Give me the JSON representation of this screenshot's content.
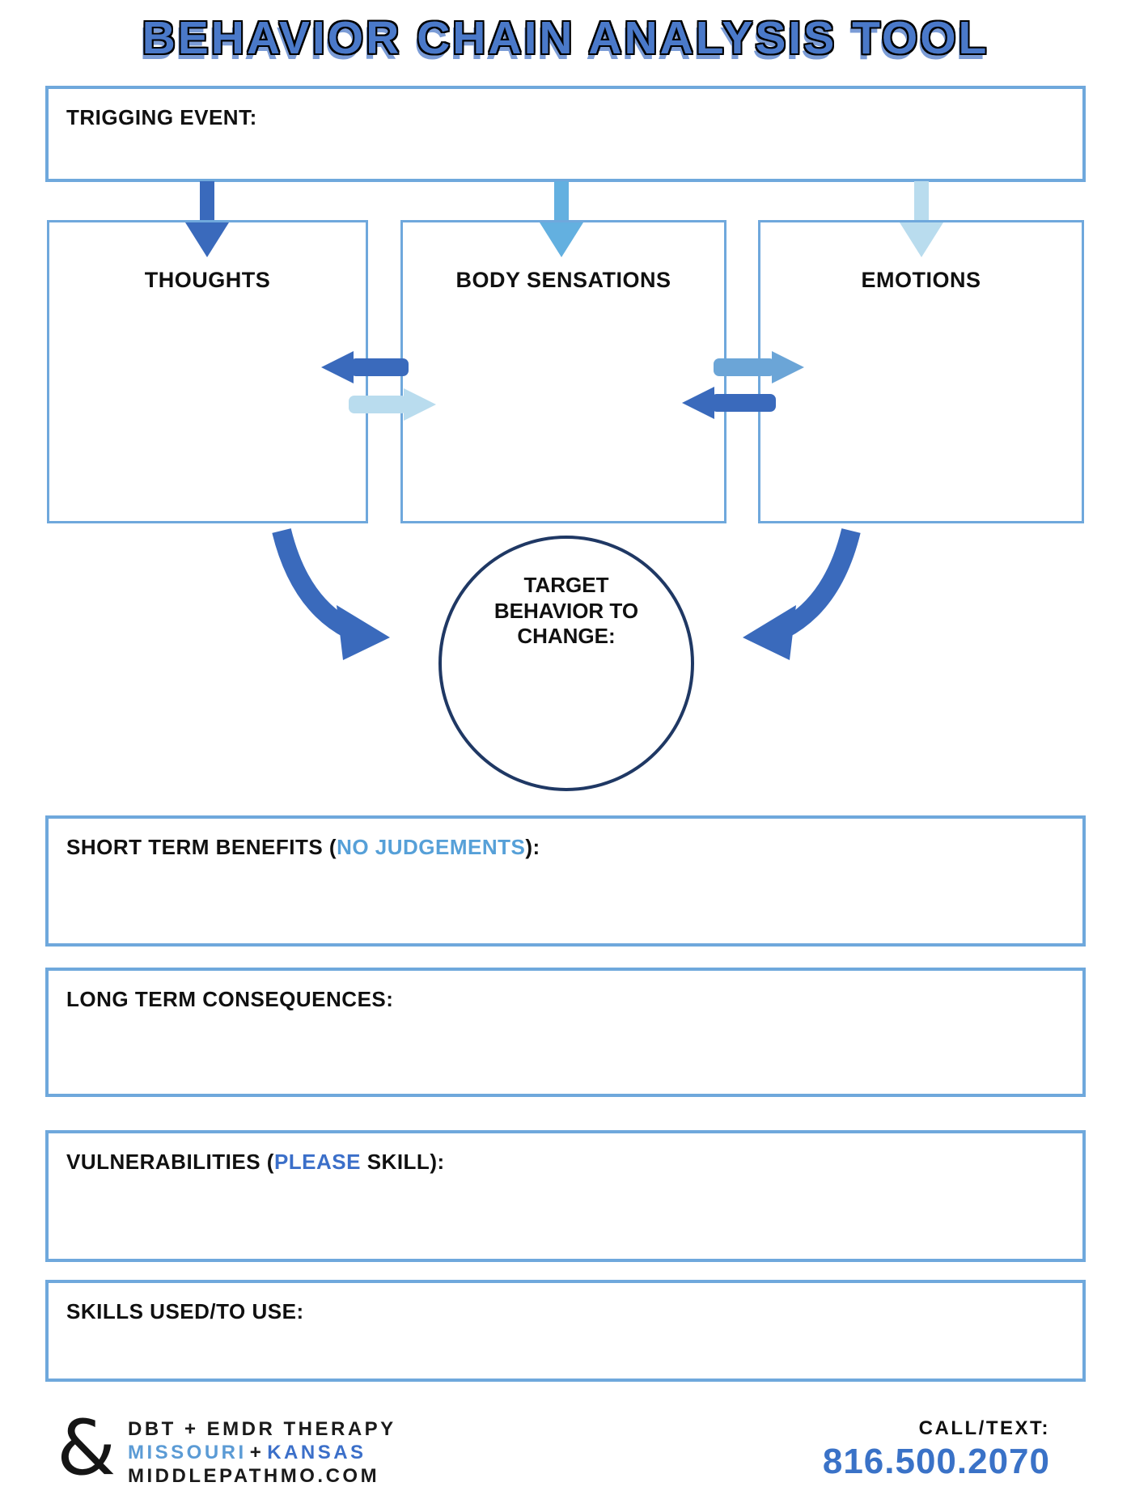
{
  "title": "BEHAVIOR CHAIN ANALYSIS TOOL",
  "trigger_box": {
    "label": "TRIGGING EVENT:"
  },
  "columns": {
    "thoughts": {
      "label": "THOUGHTS"
    },
    "body_sensations": {
      "label": "BODY SENSATIONS"
    },
    "emotions": {
      "label": "EMOTIONS"
    }
  },
  "target_circle": {
    "line1": "TARGET",
    "line2": "BEHAVIOR TO",
    "line3": "CHANGE:"
  },
  "short_term_box": {
    "prefix": "SHORT TERM BENEFITS (",
    "highlight": "NO JUDGEMENTS",
    "suffix": "):"
  },
  "long_term_box": {
    "label": "LONG TERM CONSEQUENCES:"
  },
  "vulnerabilities_box": {
    "prefix": "VULNERABILITIES (",
    "highlight": "PLEASE",
    "suffix": " SKILL):"
  },
  "skills_box": {
    "label": "SKILLS USED/TO USE:"
  },
  "footer": {
    "ampersand": "&",
    "line1": "DBT + EMDR THERAPY",
    "missouri": "MISSOURI",
    "plus": "+",
    "kansas": "KANSAS",
    "website": "MIDDLEPATHMO.COM",
    "call_label": "CALL/TEXT:",
    "phone": "816.500.2070"
  },
  "colors": {
    "box_border_light_blue": "#6fa8dc",
    "circle_border_navy": "#1f3864",
    "arrow_dark_blue": "#3a6abc",
    "arrow_sky_blue": "#63b0e0",
    "arrow_pale_blue": "#b9dcee",
    "arrow_medium_blue": "#6ba5d7",
    "highlight_light_blue": "#56a0d8",
    "highlight_royal_blue": "#3b6fc9",
    "phone_blue": "#3a72c7",
    "title_blue": "#4a79c9"
  }
}
